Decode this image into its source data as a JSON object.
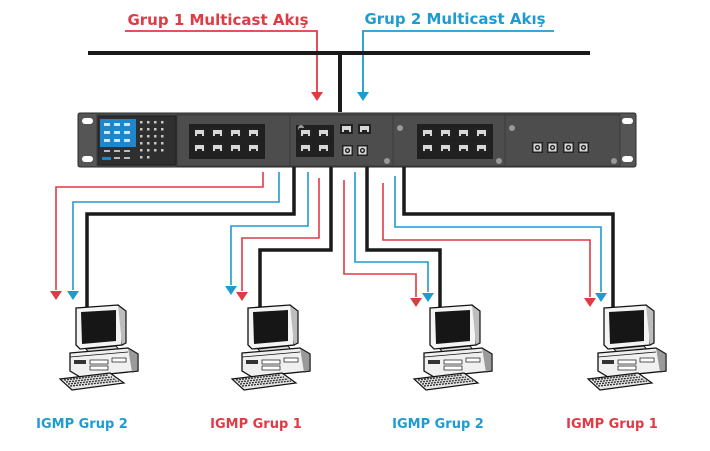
{
  "colors": {
    "group1": "#e03a45",
    "group2": "#1f9bd1",
    "cable": "#1a1a1a",
    "switch_body": "#4a4a4a",
    "switch_panel": "#3c3c3c",
    "lcd_blue": "#1f86c9"
  },
  "streams": [
    {
      "id": "group1",
      "label": "Grup 1 Multicast Akış",
      "color_key": "group1"
    },
    {
      "id": "group2",
      "label": "Grup 2 Multicast Akış",
      "color_key": "group2"
    }
  ],
  "switch": {
    "name": "managed-ethernet-switch",
    "icon": "network-switch-icon"
  },
  "hosts": [
    {
      "label": "IGMP Grup 2",
      "group": "group2",
      "icon": "desktop-computer-icon"
    },
    {
      "label": "IGMP Grup 1",
      "group": "group1",
      "icon": "desktop-computer-icon"
    },
    {
      "label": "IGMP Grup 2",
      "group": "group2",
      "icon": "desktop-computer-icon"
    },
    {
      "label": "IGMP Grup 1",
      "group": "group1",
      "icon": "desktop-computer-icon"
    }
  ]
}
